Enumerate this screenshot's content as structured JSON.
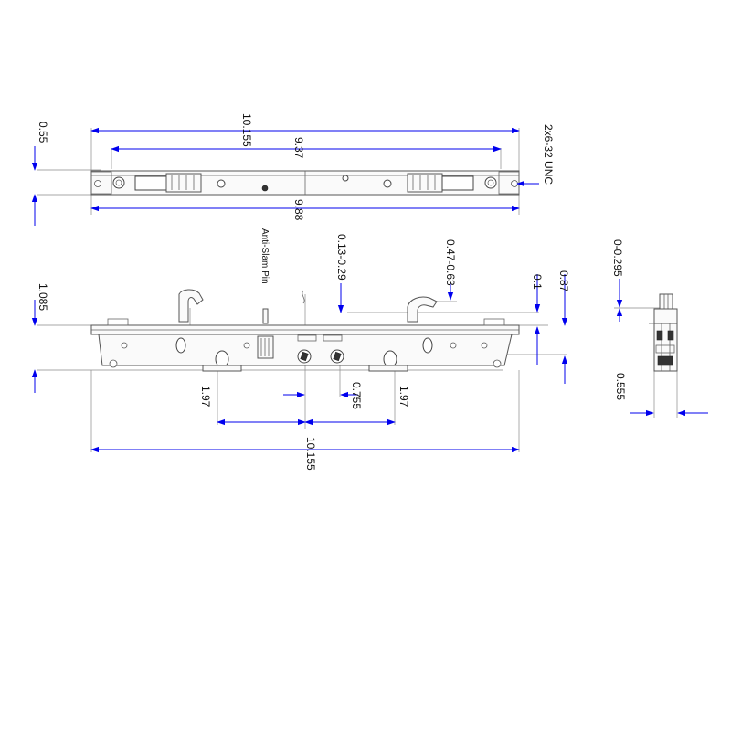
{
  "top_view": {
    "thickness": "0.55",
    "overall_length": "10.155",
    "inner_span": "9.37",
    "screw_span": "9.88",
    "thread_note": "2x6-32 UNC"
  },
  "front_view": {
    "faceplate_height": "1.085",
    "anti_slam_pin_label": "Anti-Slam Pin",
    "hook_offset": "0.13-0.29",
    "hook_throw": "0.47-0.63",
    "dim_small": "0.1",
    "dim_height": "0.87",
    "hook_spacing_left": "1.97",
    "center_offset": "0.755",
    "hook_spacing_right": "1.97",
    "overall_length": "10.155"
  },
  "side_view": {
    "top_offset": "0-0.295",
    "depth": "0.555"
  },
  "colors": {
    "dimension": "#0000ee",
    "outline": "#555555",
    "extension": "#8a8a8a"
  }
}
